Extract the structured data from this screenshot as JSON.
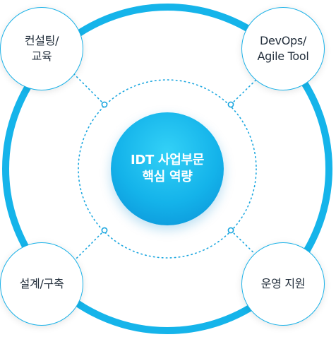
{
  "diagram": {
    "center_label": "IDT 사업부문\n핵심 역량",
    "nodes": {
      "top_left": "컨설팅/\n교육",
      "top_right": "DevOps/\nAgile Tool",
      "bottom_left": "설계/구축",
      "bottom_right": "운영 지원"
    },
    "colors": {
      "outer_ring": "#15b4ea",
      "dotted": "#1aa6df",
      "node_border": "#1bb2e8",
      "text": "#232f3c",
      "core_light": "#33d1f7",
      "core_dark": "#0a8fd6"
    }
  }
}
